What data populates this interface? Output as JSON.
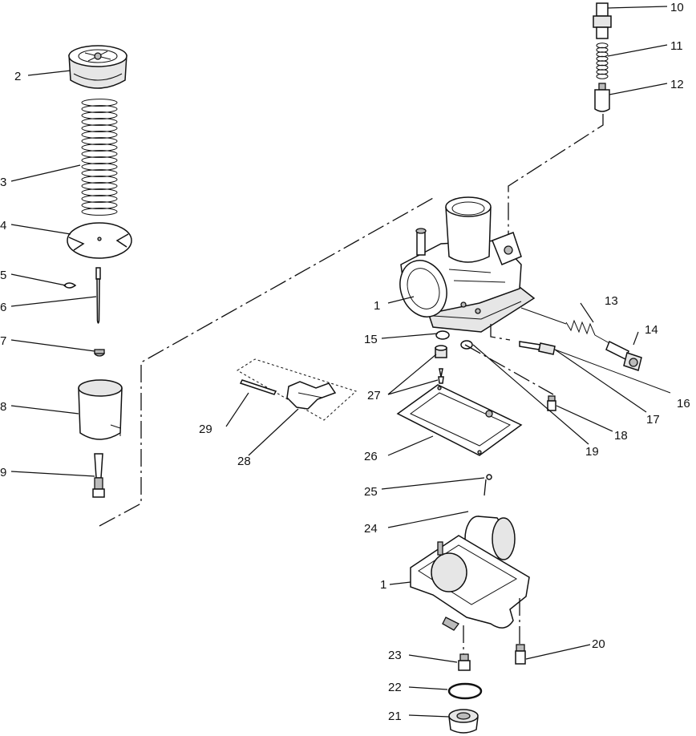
{
  "diagram": {
    "callouts": [
      "1",
      "2",
      "3",
      "4",
      "5",
      "6",
      "7",
      "8",
      "9",
      "10",
      "11",
      "12",
      "13",
      "14",
      "15",
      "16",
      "17",
      "18",
      "19",
      "20",
      "21",
      "22",
      "23",
      "24",
      "25",
      "26",
      "27",
      "28",
      "29"
    ]
  }
}
